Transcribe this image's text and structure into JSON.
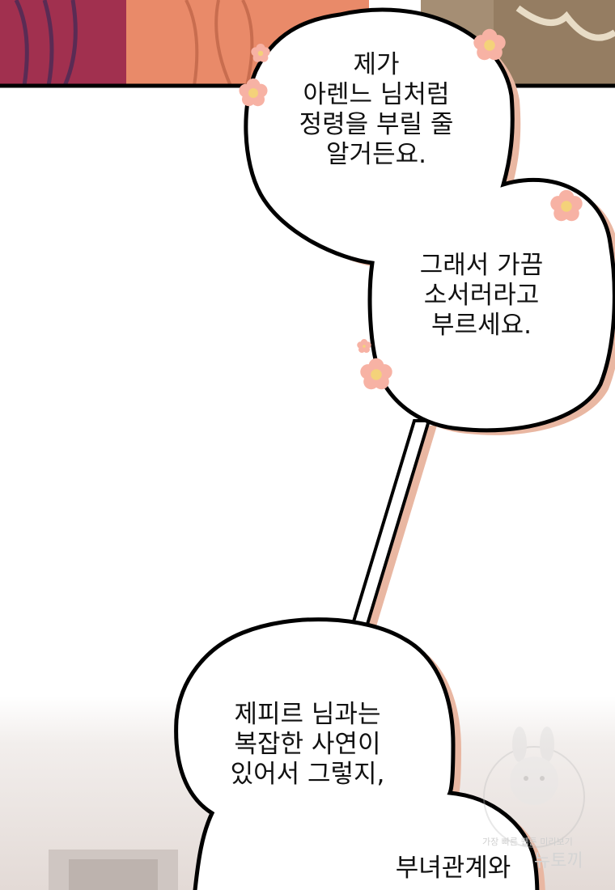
{
  "bubbles": [
    {
      "lines": [
        "제가",
        "아렌느 님처럼",
        "정령을 부릴 줄",
        "알거든요."
      ]
    },
    {
      "lines": [
        "그래서 가끔",
        "소서러라고",
        "부르세요."
      ]
    },
    {
      "lines": [
        "제피르 님과는",
        "복잡한 사연이",
        "있어서 그렇지,"
      ]
    },
    {
      "lines": [
        "부녀관계와"
      ]
    }
  ],
  "watermark": {
    "tagline": "가장 빠른 웹툰 미리보기",
    "name": "뉴토끼"
  },
  "colors": {
    "bubble_fill": "#ffffff",
    "bubble_outline": "#000000",
    "bubble_shadow": "#e9b7a2",
    "flower": "#f7b2a4",
    "flower_center": "#f4d27a",
    "top_panel_magenta": "#a1304f",
    "top_panel_peach": "#e98a69",
    "top_panel_room": "#a58e74"
  }
}
